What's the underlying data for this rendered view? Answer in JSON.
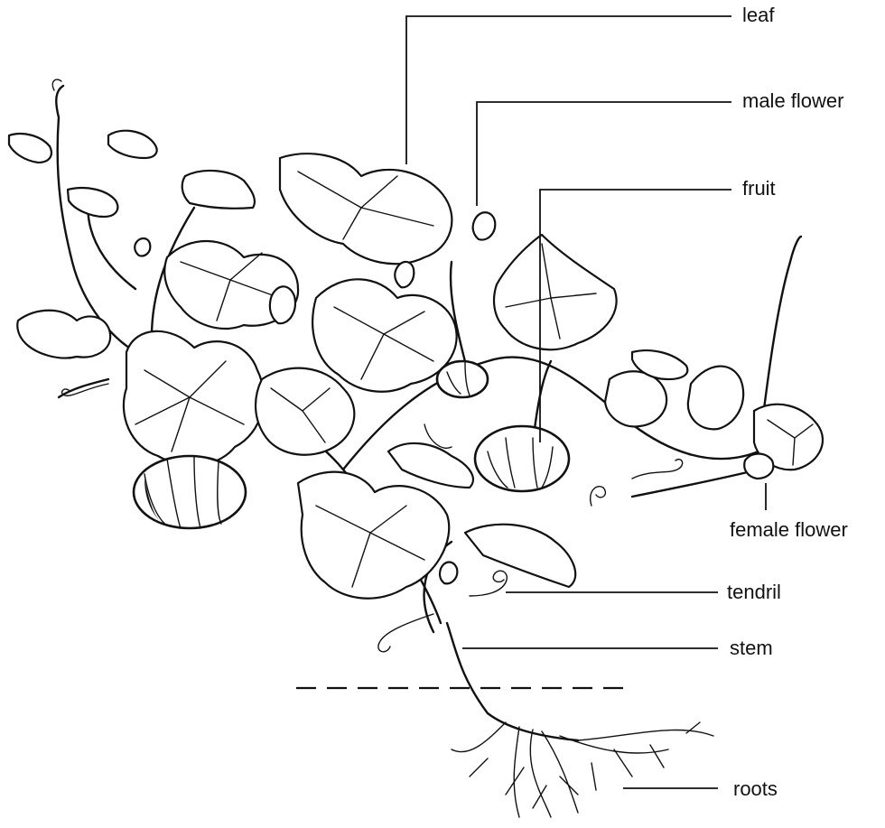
{
  "labels": {
    "leaf": "leaf",
    "male_flower": "male flower",
    "fruit": "fruit",
    "female_flower": "female flower",
    "tendril": "tendril",
    "stem": "stem",
    "roots": "roots"
  },
  "colors": {
    "ink": "#111111",
    "background": "#ffffff"
  }
}
